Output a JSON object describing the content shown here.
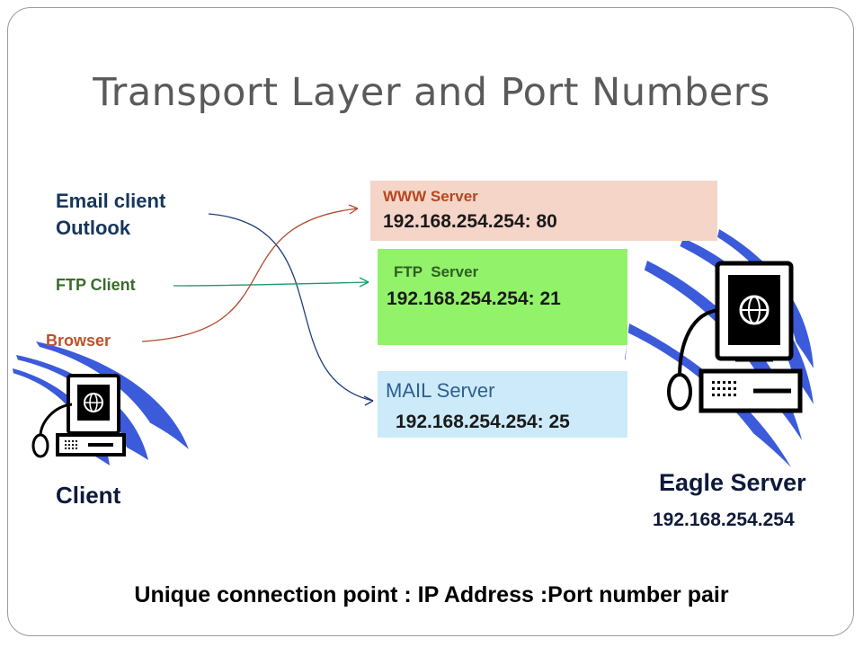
{
  "title": "Transport Layer and Port Numbers",
  "client": {
    "apps": [
      {
        "line1": "Email client",
        "line2": "Outlook",
        "color": "#16365c"
      },
      {
        "label": "FTP Client",
        "color": "#3a6b2a"
      },
      {
        "label": "Browser",
        "color": "#c0502a"
      }
    ],
    "name": "Client"
  },
  "servers": [
    {
      "name": "WWW Server",
      "address": "192.168.254.254: 80",
      "fill": "#f5d5c8",
      "name_color": "#b6461e"
    },
    {
      "name": "FTP  Server",
      "address": "192.168.254.254: 21",
      "fill": "#92f26a",
      "name_color": "#2f5e22"
    },
    {
      "name": "MAIL Server",
      "address": "192.168.254.254: 25",
      "fill": "#cceaf9",
      "name_color": "#2e5f8e"
    }
  ],
  "eagle_server": {
    "name": "Eagle Server",
    "ip": "192.168.254.254"
  },
  "footer": "Unique connection point : IP Address :Port number pair",
  "connections": [
    {
      "from": "Email client",
      "to": "MAIL Server",
      "color": "#1f3d7a"
    },
    {
      "from": "FTP Client",
      "to": "FTP  Server",
      "color": "#1a9a6a"
    },
    {
      "from": "Browser",
      "to": "WWW Server",
      "color": "#b04a2a"
    }
  ],
  "icons": [
    "client-computer-icon",
    "server-computer-icon"
  ]
}
